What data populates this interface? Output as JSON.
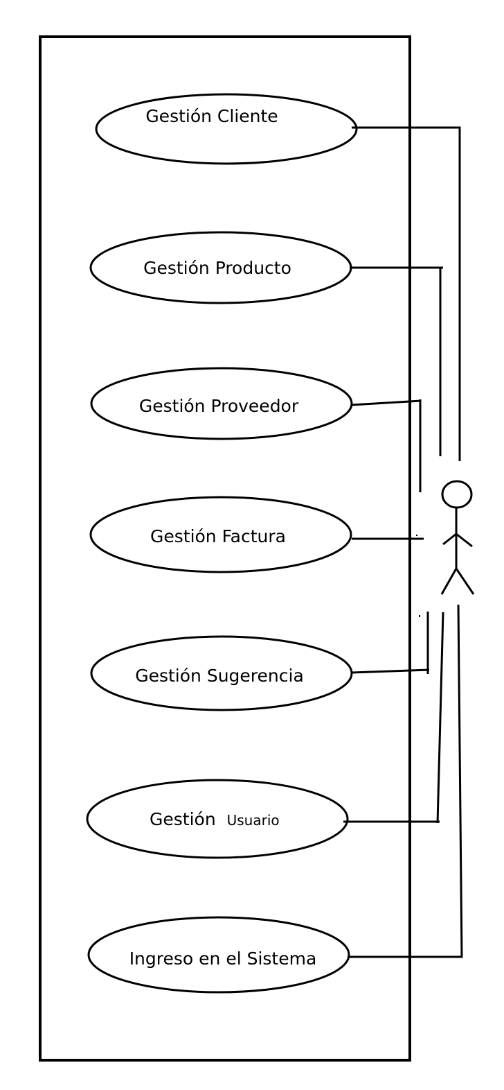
{
  "use_cases": [
    {
      "label": "Gestión Cliente"
    },
    {
      "label": "Gestión Producto"
    },
    {
      "label": "Gestión Proveedor"
    },
    {
      "label": "Gestión Factura"
    },
    {
      "label": "Gestión Sugerencia"
    },
    {
      "label_main": "Gestión",
      "label_small": "Usuario"
    },
    {
      "label": "Ingreso en el Sistema"
    }
  ],
  "colors": {
    "stroke": "#000000",
    "background": "#ffffff"
  }
}
